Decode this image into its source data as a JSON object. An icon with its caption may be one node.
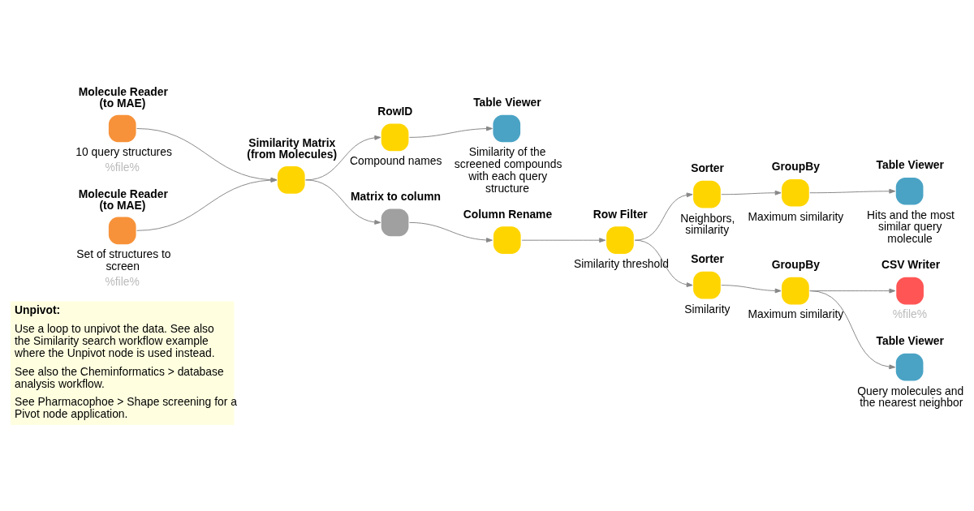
{
  "diagram": {
    "nodes": [
      {
        "text": [
          "Molecule Reader (to MAE)"
        ],
        "beside": [
          "10 query structures",
          "%file%"
        ]
      },
      {
        "text": [
          "Molecule Reader (to MAE)"
        ],
        "beside": [
          "Set of structures to screen",
          "%file%"
        ]
      },
      {
        "text": [
          "Similarity Matrix (from Molecules)"
        ]
      },
      {
        "text": [
          "RowID"
        ],
        "beside": [
          "Compound names"
        ]
      },
      {
        "text": [
          "Table Viewer"
        ],
        "beside": [
          "Similarity of the screened compounds with each query structure"
        ]
      },
      {
        "text": [
          "Matrix to column"
        ]
      },
      {
        "text": [
          "Column Rename"
        ]
      },
      {
        "text": [
          "Row Filter"
        ],
        "beside": [
          "Similarity threshold"
        ]
      },
      {
        "text": [
          "Sorter"
        ],
        "beside": [
          "Neighbors, similarity"
        ]
      },
      {
        "text": [
          "GroupBy"
        ],
        "beside": [
          "Maximum similarity"
        ]
      },
      {
        "text": [
          "Table Viewer"
        ],
        "beside": [
          "Hits and the most similar query molecule"
        ]
      },
      {
        "text": [
          "Sorter"
        ],
        "beside": [
          "Similarity"
        ]
      },
      {
        "text": [
          "GroupBy"
        ],
        "beside": [
          "Maximum similarity"
        ]
      },
      {
        "text": [
          "CSV Writer"
        ],
        "beside": [
          "%file%"
        ]
      },
      {
        "text": [
          "Table Viewer"
        ],
        "beside": [
          "Query molecules and the nearest neighbor"
        ]
      },
      {
        "text": [
          "Unpivot:",
          "Use a loop to unpivot the data. See also the Similarity search workflow example where the Unpivot node is used instead.",
          "See also the Cheminformatics > database analysis workflow.",
          "See Pharmacophoe > Shape screening for a Pivot node application."
        ]
      }
    ],
    "edges": [
      {
        "from": 0,
        "to": 2,
        "arrow": "to"
      },
      {
        "from": 1,
        "to": 2,
        "arrow": "to"
      },
      {
        "from": 2,
        "to": 3,
        "arrow": "to"
      },
      {
        "from": 3,
        "to": 4,
        "arrow": "to"
      },
      {
        "from": 2,
        "to": 5,
        "arrow": "to"
      },
      {
        "from": 5,
        "to": 6,
        "arrow": "to"
      },
      {
        "from": 6,
        "to": 7,
        "arrow": "to"
      },
      {
        "from": 7,
        "to": 8,
        "arrow": "to"
      },
      {
        "from": 8,
        "to": 9,
        "arrow": "to"
      },
      {
        "from": 9,
        "to": 10,
        "arrow": "to"
      },
      {
        "from": 7,
        "to": 11,
        "arrow": "to"
      },
      {
        "from": 11,
        "to": 12,
        "arrow": "to"
      },
      {
        "from": 12,
        "to": 13,
        "arrow": "to"
      },
      {
        "from": 12,
        "to": 14,
        "arrow": "to"
      }
    ]
  }
}
